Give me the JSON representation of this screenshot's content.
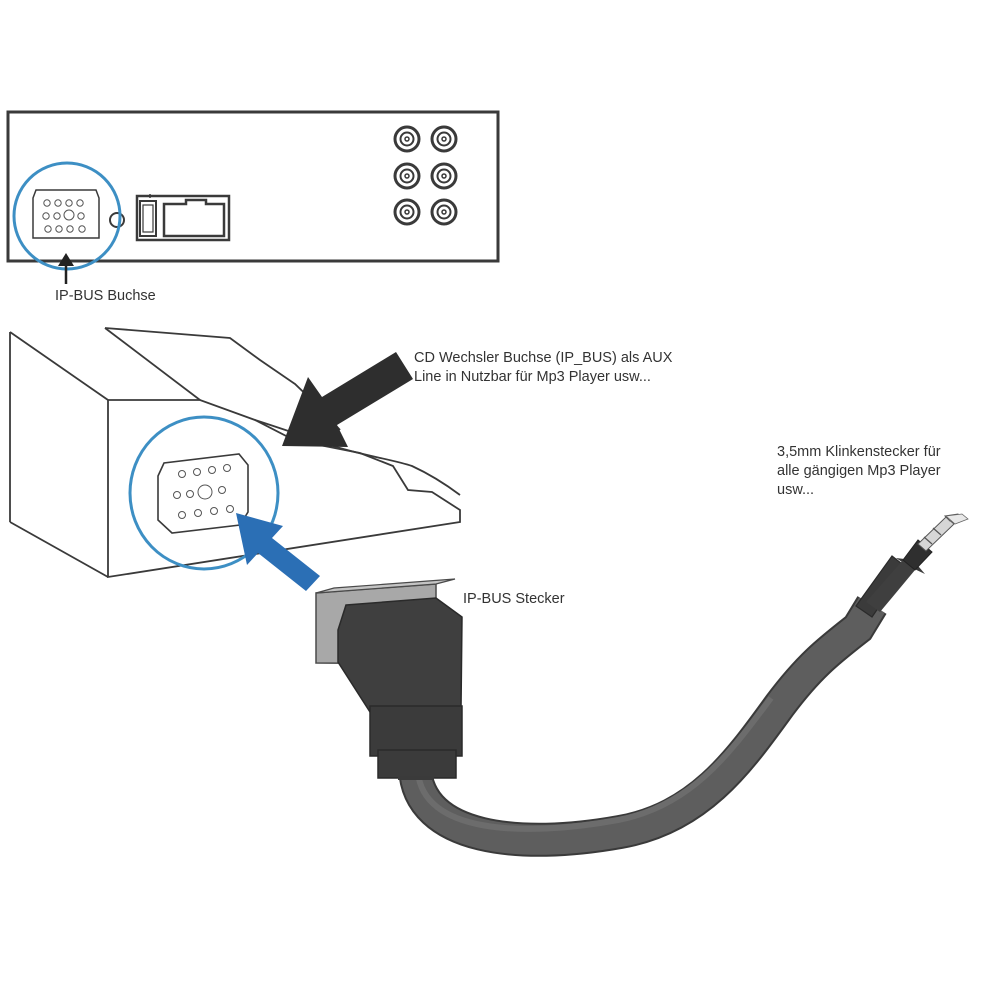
{
  "labels": {
    "ip_bus_buchse": "IP-BUS Buchse",
    "cd_wechsler_line1": "CD Wechsler Buchse (IP_BUS) als AUX",
    "cd_wechsler_line2": "Line in Nutzbar für Mp3 Player usw...",
    "ip_bus_stecker": "IP-BUS Stecker",
    "klinke_line1": "3,5mm Klinkenstecker für",
    "klinke_line2": "alle gängigen Mp3 Player",
    "klinke_line3": "usw..."
  },
  "colors": {
    "outline": "#3a3a3a",
    "highlight_circle": "#3d8fc4",
    "blue_arrow": "#2b6fb5",
    "dark_arrow": "#2e2e2e",
    "connector_gray": "#a8a8a8",
    "plug_dark": "#3f3f3f",
    "cable": "#5e5e5e",
    "text": "#333333"
  }
}
